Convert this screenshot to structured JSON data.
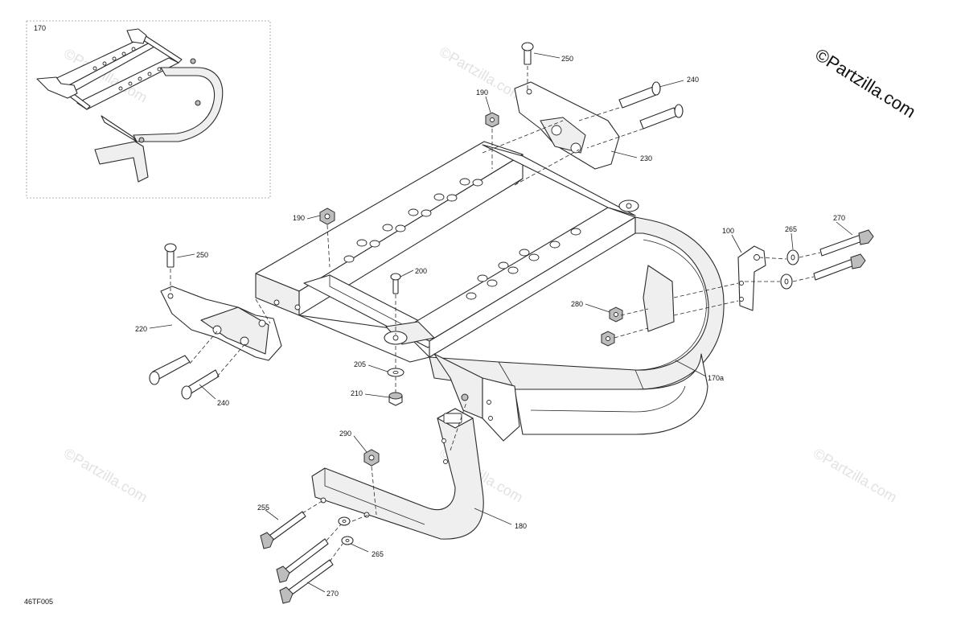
{
  "diagram": {
    "brand_watermark": "©Partzilla.com",
    "faint_watermark": "©Partzilla.com",
    "figure_code": "46TF005",
    "inset_label": "170",
    "callouts": [
      {
        "id": "c-250-top",
        "label": "250"
      },
      {
        "id": "c-240-top",
        "label": "240"
      },
      {
        "id": "c-190-top",
        "label": "190"
      },
      {
        "id": "c-230",
        "label": "230"
      },
      {
        "id": "c-190-mid",
        "label": "190"
      },
      {
        "id": "c-250-left",
        "label": "250"
      },
      {
        "id": "c-200",
        "label": "200"
      },
      {
        "id": "c-220",
        "label": "220"
      },
      {
        "id": "c-100",
        "label": "100"
      },
      {
        "id": "c-265-right",
        "label": "265"
      },
      {
        "id": "c-270-right",
        "label": "270"
      },
      {
        "id": "c-280",
        "label": "280"
      },
      {
        "id": "c-170a",
        "label": "170a"
      },
      {
        "id": "c-205",
        "label": "205"
      },
      {
        "id": "c-210",
        "label": "210"
      },
      {
        "id": "c-240-left",
        "label": "240"
      },
      {
        "id": "c-290",
        "label": "290"
      },
      {
        "id": "c-255",
        "label": "255"
      },
      {
        "id": "c-180",
        "label": "180"
      },
      {
        "id": "c-265-bottom",
        "label": "265"
      },
      {
        "id": "c-270-bottom",
        "label": "270"
      }
    ]
  }
}
